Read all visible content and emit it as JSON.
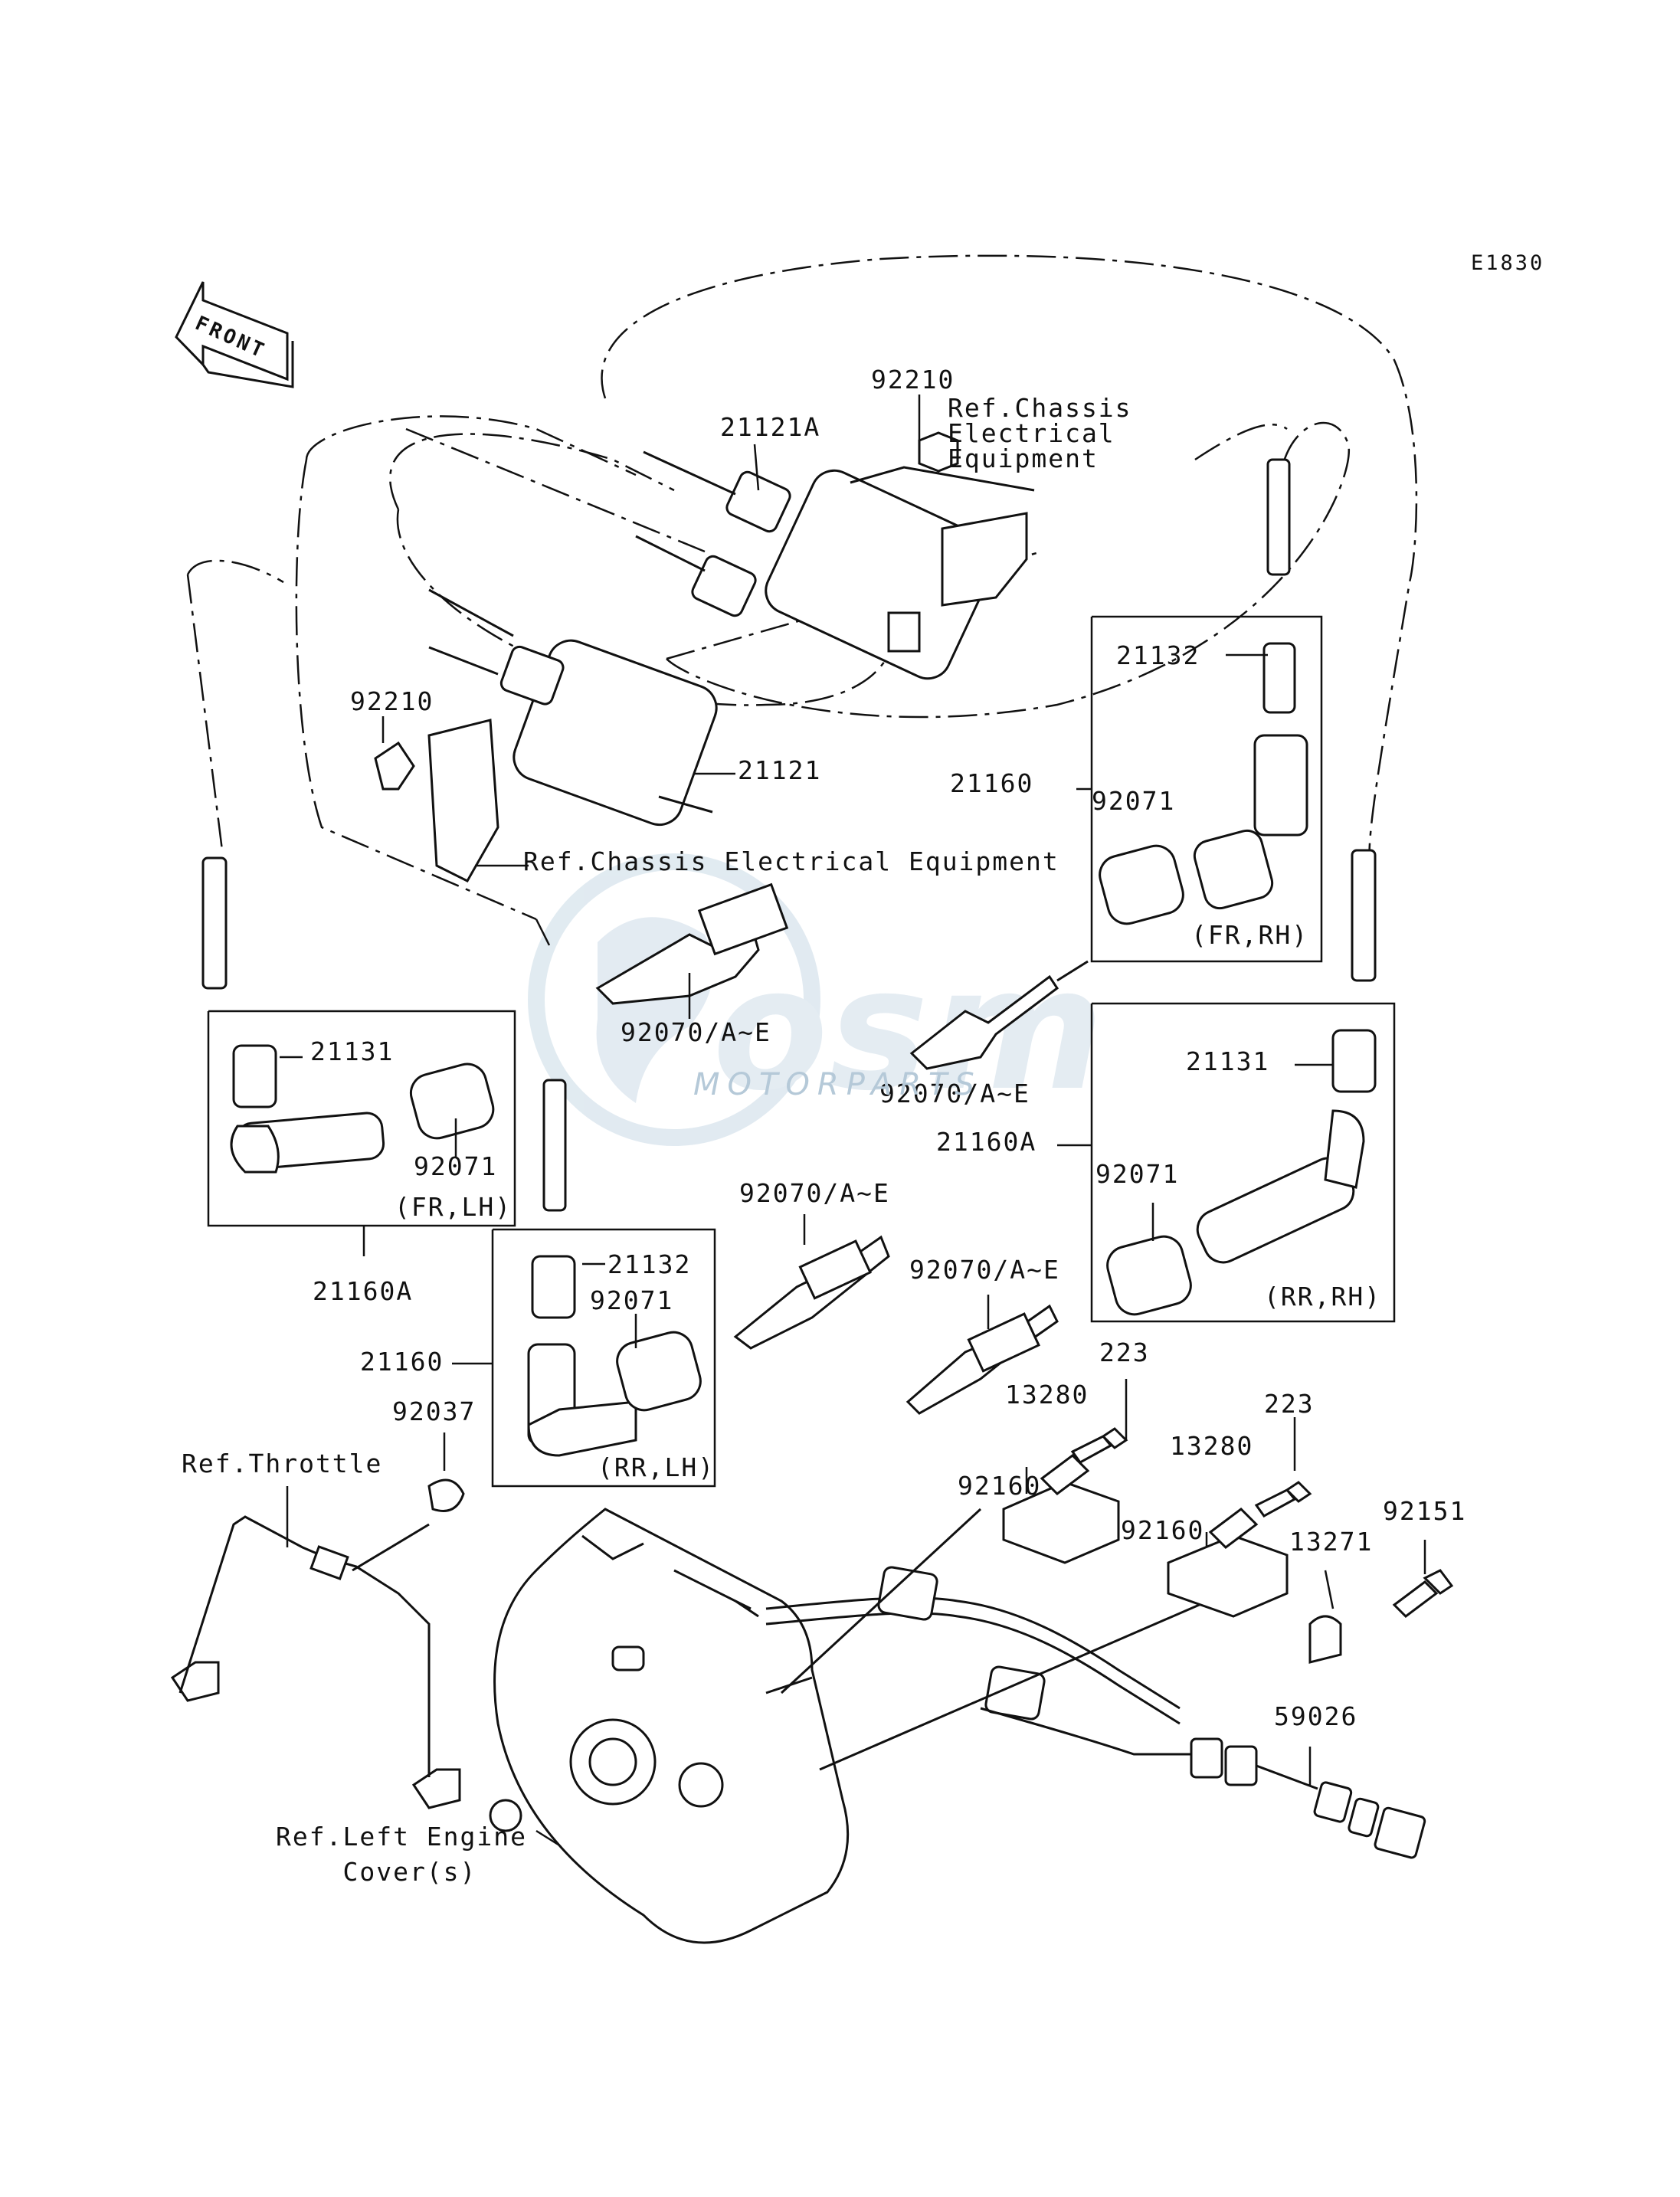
{
  "diagram_code": "E1830",
  "front_label": "FRONT",
  "watermark": {
    "brand": "osm",
    "tagline": "MOTORPARTS",
    "color": "#b5c9d8"
  },
  "labels": {
    "p92210_top": "92210",
    "ref_chassis_top": "Ref.Chassis\nElectrical\nEquipment",
    "p21121A": "21121A",
    "p21132_top": "21132",
    "p21160_top": "21160",
    "p92071_rh": "92071",
    "fr_rh": "(FR,RH)",
    "p92210_left": "92210",
    "p21121": "21121",
    "ref_chassis_mid": "Ref.Chassis Electrical Equipment",
    "p92070_center": "92070/A~E",
    "p92070_right": "92070/A~E",
    "p21131_left": "21131",
    "p92071_lh": "92071",
    "fr_lh": "(FR,LH)",
    "p21160A_left": "21160A",
    "p21131_right": "21131",
    "p21160A_right": "21160A",
    "p92071_rrrh": "92071",
    "rr_rh": "(RR,RH)",
    "p92070_lower_left": "92070/A~E",
    "p92070_lower_right": "92070/A~E",
    "p21132_low": "21132",
    "p92071_rrlh": "92071",
    "p21160_low": "21160",
    "rr_lh": "(RR,LH)",
    "p223_a": "223",
    "p13280_a": "13280",
    "p223_b": "223",
    "p13280_b": "13280",
    "p92037": "92037",
    "ref_throttle": "Ref.Throttle",
    "p92160_a": "92160",
    "p92160_b": "92160",
    "p92151": "92151",
    "p13271": "13271",
    "p59026": "59026",
    "ref_left_engine": "Ref.Left Engine\n    Cover(s)"
  }
}
